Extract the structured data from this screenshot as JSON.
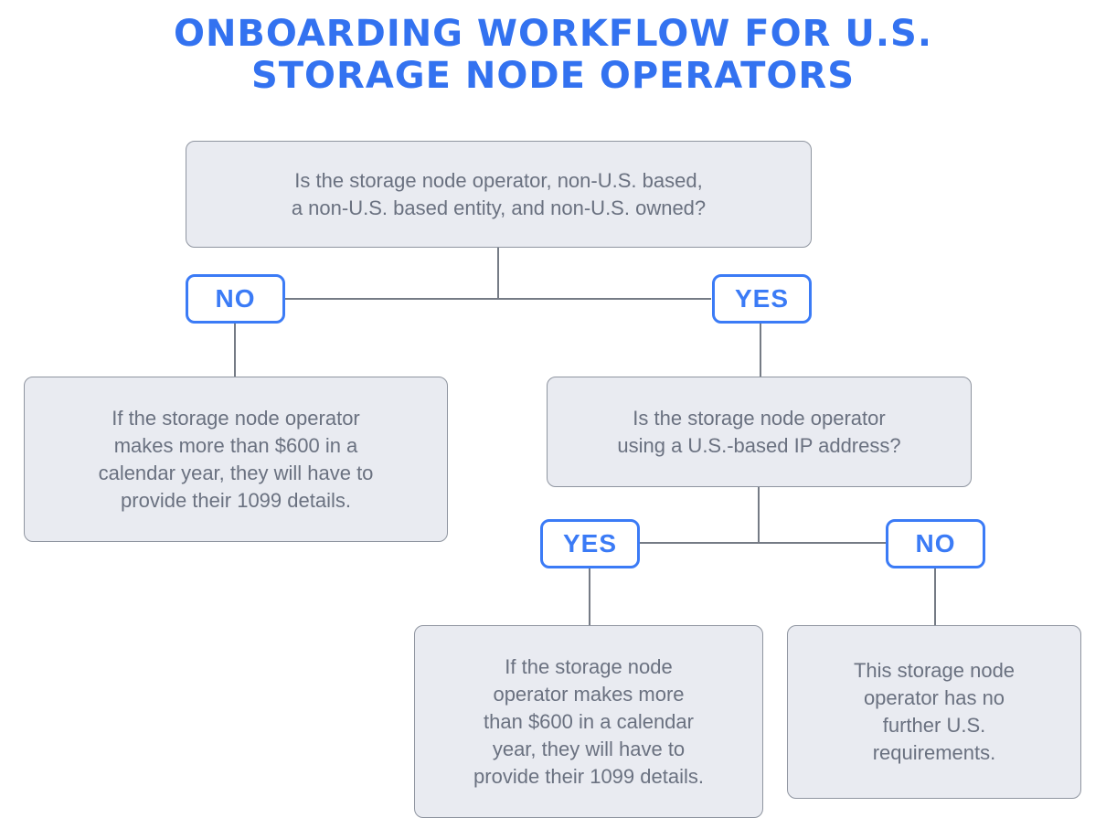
{
  "title": "ONBOARDING WORKFLOW FOR U.S.\nSTORAGE NODE OPERATORS",
  "colors": {
    "title_blue": "#3372f0",
    "badge_blue": "#3b7bf6",
    "box_fill": "#e9ebf1",
    "box_border": "#8f95a0",
    "box_text": "#6a7180",
    "connector": "#757b85"
  },
  "nodes": {
    "root_question": "Is the storage node operator, non-U.S. based,\na non-U.S. based entity, and non-U.S. owned?",
    "no_result": "If the storage node operator\nmakes more than $600 in a\ncalendar year, they will have to\nprovide their 1099 details.",
    "yes_question": "Is the storage node operator\nusing a U.S.-based IP address?",
    "yes_yes_result": "If the storage node\noperator makes more\nthan $600 in a calendar\nyear, they will have to\nprovide their 1099 details.",
    "yes_no_result": "This storage node\noperator has no\nfurther U.S.\nrequirements."
  },
  "badges": {
    "root_no": "NO",
    "root_yes": "YES",
    "ip_yes": "YES",
    "ip_no": "NO"
  }
}
